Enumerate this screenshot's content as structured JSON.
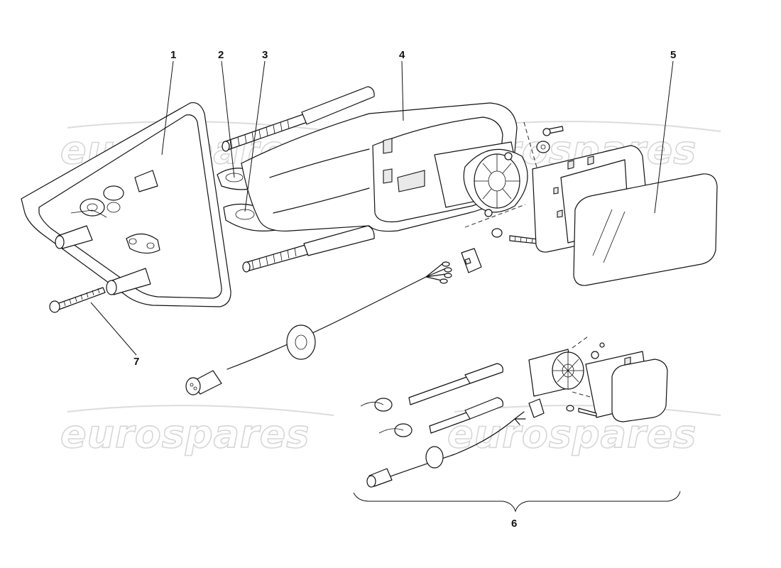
{
  "watermark": {
    "text": "eurospares"
  },
  "callouts": [
    {
      "id": "1",
      "label": "1"
    },
    {
      "id": "2",
      "label": "2"
    },
    {
      "id": "3",
      "label": "3"
    },
    {
      "id": "4",
      "label": "4"
    },
    {
      "id": "5",
      "label": "5"
    },
    {
      "id": "6",
      "label": "6"
    },
    {
      "id": "7",
      "label": "7"
    }
  ]
}
